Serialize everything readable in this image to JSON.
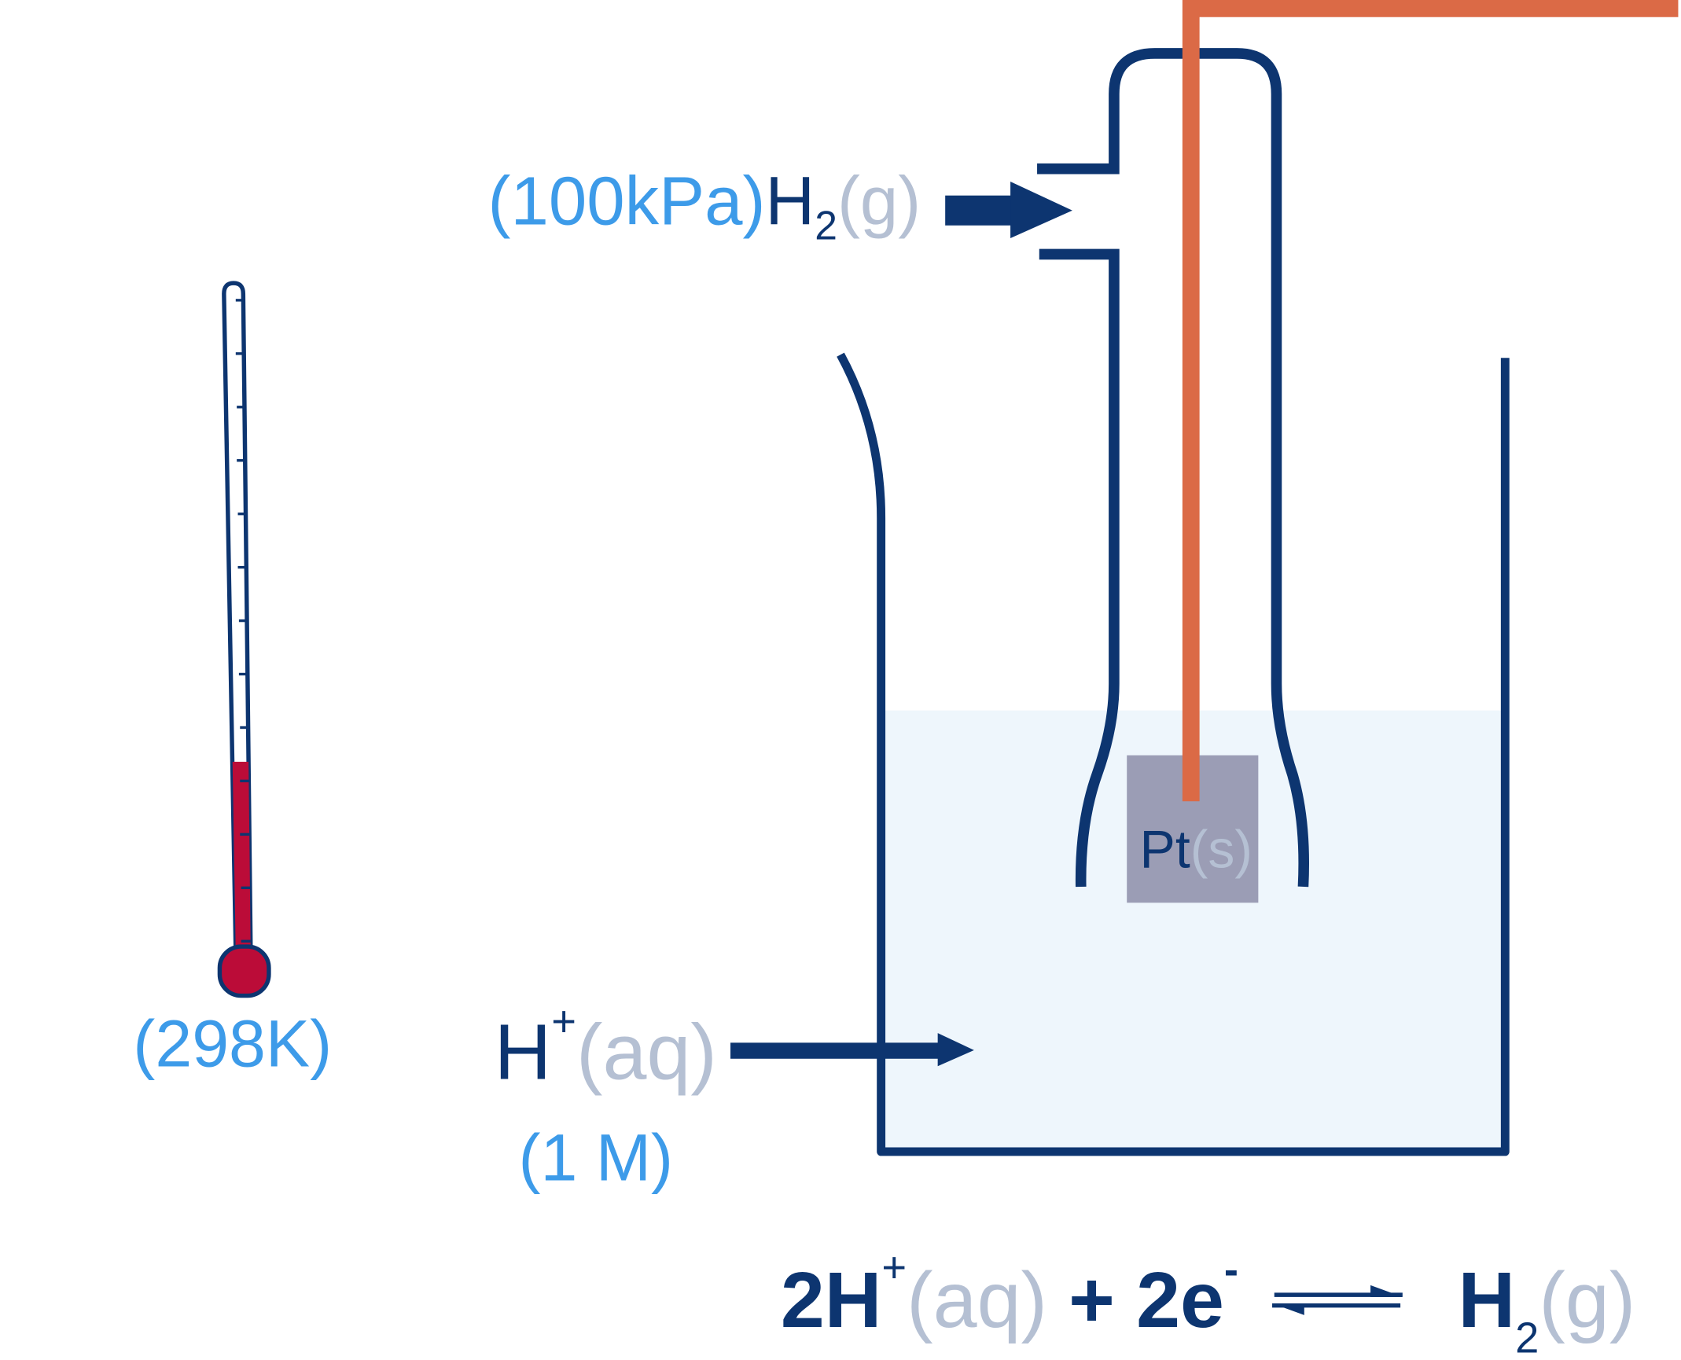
{
  "colors": {
    "outline": "#0d3570",
    "condition_text": "#3d9be9",
    "state_text": "#b5c0d3",
    "wire": "#db6a46",
    "solution": "#eef6fc",
    "platinum": "#9b9db5",
    "thermometer_liquid": "#bb0c38"
  },
  "gas_input": {
    "pressure": "(100kPa)",
    "species": "H",
    "subscript": "2",
    "state": "(g)"
  },
  "temperature": {
    "label": "(298K)"
  },
  "solution": {
    "species": "H",
    "charge": "+",
    "state": "(aq)",
    "concentration": "(1 M)"
  },
  "electrode": {
    "species": "Pt",
    "state": "(s)"
  },
  "equation": {
    "lhs_coef": "2H",
    "lhs_charge": "+",
    "lhs_state": "(aq)",
    "plus": "+",
    "electrons": "2e",
    "electron_charge": "-",
    "rhs_species": "H",
    "rhs_subscript": "2",
    "rhs_state": "(g)"
  }
}
